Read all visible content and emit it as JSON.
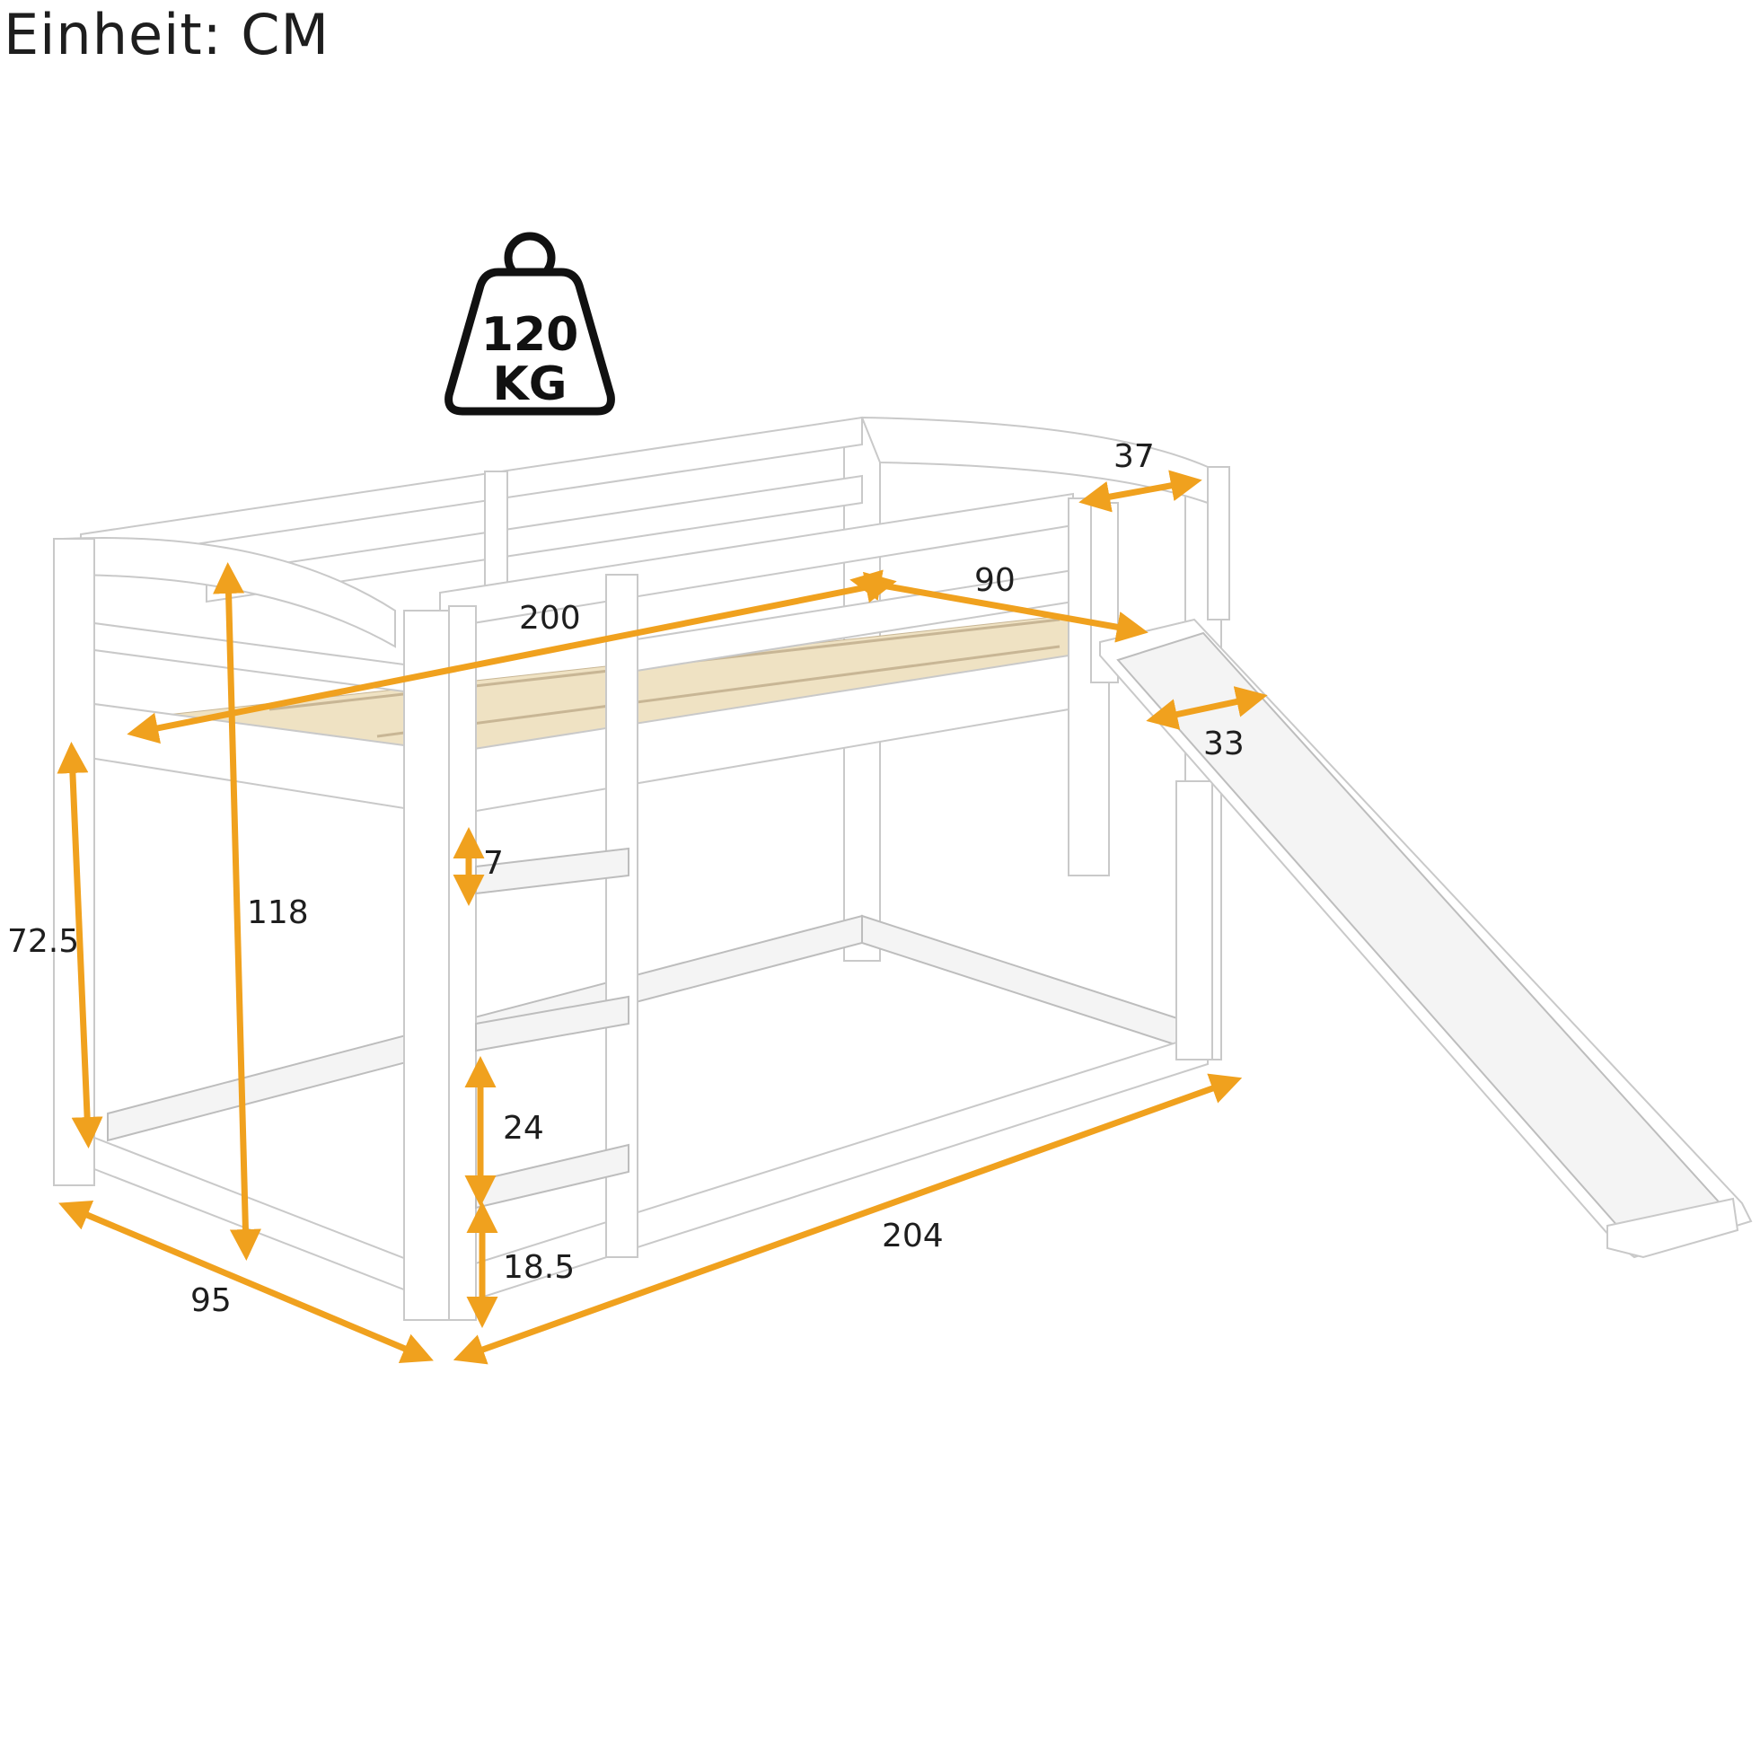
{
  "unit_label": "Einheit: CM",
  "weight_badge": {
    "icon": "weight-icon",
    "line1": "120",
    "line2": "KG"
  },
  "dimensions": {
    "length_top": "200",
    "width_top": "90",
    "guard_width": "37",
    "slide_width": "33",
    "rung_thickness": "7",
    "total_height": "118",
    "under_bed_height": "72.5",
    "rung_spacing": "24",
    "first_rung_height": "18.5",
    "total_length": "204",
    "total_width": "95"
  },
  "colors": {
    "arrow": "#F0A11E",
    "text": "#1e1e1e",
    "frame": "#ffffff",
    "slats": "#efe2c3"
  }
}
